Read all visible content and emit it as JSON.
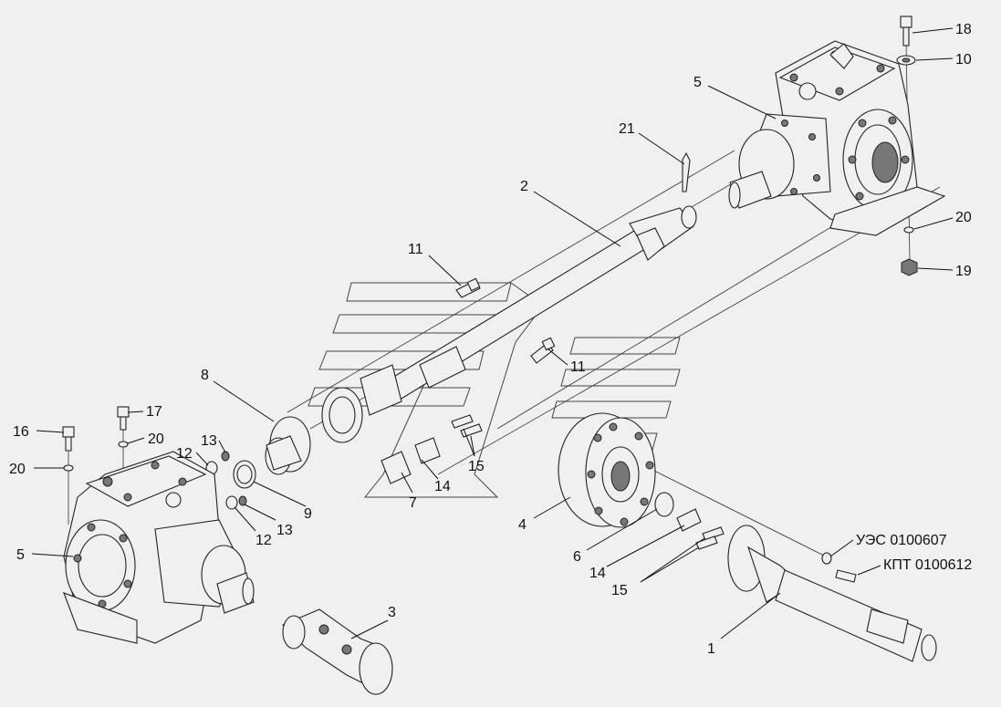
{
  "diagram": {
    "labels": [
      {
        "id": "l18",
        "text": "18"
      },
      {
        "id": "l10",
        "text": "10"
      },
      {
        "id": "l5a",
        "text": "5"
      },
      {
        "id": "l21",
        "text": "21"
      },
      {
        "id": "l2",
        "text": "2"
      },
      {
        "id": "l20a",
        "text": "20"
      },
      {
        "id": "l19",
        "text": "19"
      },
      {
        "id": "l11a",
        "text": "11"
      },
      {
        "id": "l11b",
        "text": "11"
      },
      {
        "id": "l8",
        "text": "8"
      },
      {
        "id": "l17",
        "text": "17"
      },
      {
        "id": "l16",
        "text": "16"
      },
      {
        "id": "l20b",
        "text": "20"
      },
      {
        "id": "l20c",
        "text": "20"
      },
      {
        "id": "l13a",
        "text": "13"
      },
      {
        "id": "l12a",
        "text": "12"
      },
      {
        "id": "l15a",
        "text": "15"
      },
      {
        "id": "l14a",
        "text": "14"
      },
      {
        "id": "l7",
        "text": "7"
      },
      {
        "id": "l9",
        "text": "9"
      },
      {
        "id": "l13b",
        "text": "13"
      },
      {
        "id": "l12b",
        "text": "12"
      },
      {
        "id": "l5b",
        "text": "5"
      },
      {
        "id": "l4",
        "text": "4"
      },
      {
        "id": "l6",
        "text": "6"
      },
      {
        "id": "l14b",
        "text": "14"
      },
      {
        "id": "l15b",
        "text": "15"
      },
      {
        "id": "l3",
        "text": "3"
      },
      {
        "id": "l1",
        "text": "1"
      },
      {
        "id": "lues",
        "text": "УЭС 0100607"
      },
      {
        "id": "lkpt",
        "text": "КПТ 0100612"
      }
    ]
  }
}
